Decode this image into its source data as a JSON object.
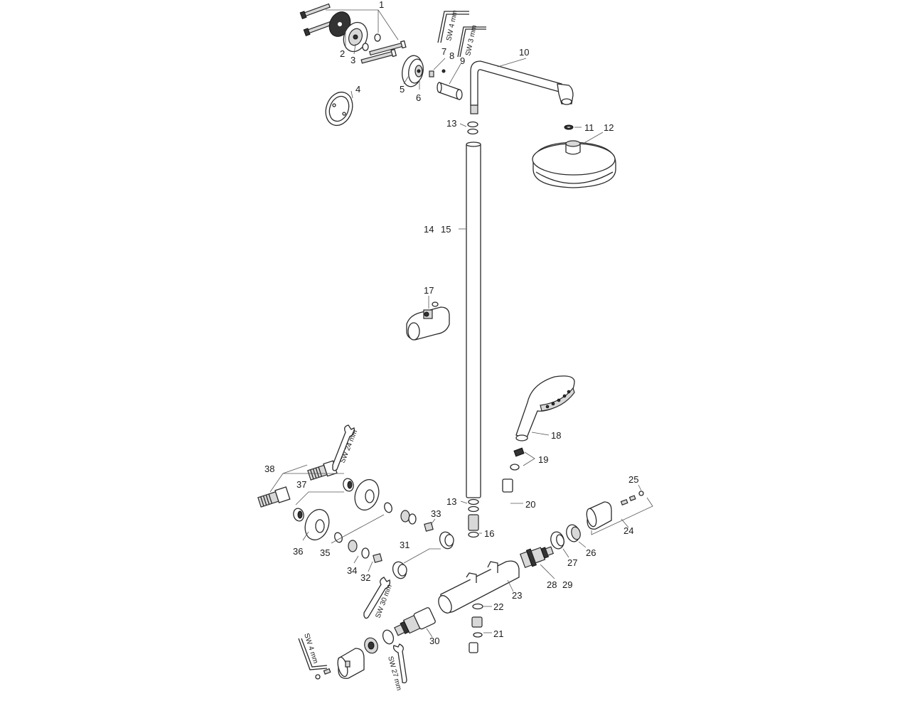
{
  "labels": {
    "n1": "1",
    "n2": "2",
    "n3": "3",
    "n4": "4",
    "n5": "5",
    "n6": "6",
    "n7": "7",
    "n8": "8",
    "n9": "9",
    "n10": "10",
    "n11": "11",
    "n12": "12",
    "n13a": "13",
    "n13b": "13",
    "n14": "14",
    "n15": "15",
    "n16": "16",
    "n17": "17",
    "n18": "18",
    "n19": "19",
    "n20": "20",
    "n21": "21",
    "n22": "22",
    "n23": "23",
    "n24": "24",
    "n25": "25",
    "n26": "26",
    "n27": "27",
    "n28": "28",
    "n29": "29",
    "n30": "30",
    "n31": "31",
    "n32": "32",
    "n33": "33",
    "n34": "34",
    "n35": "35",
    "n36": "36",
    "n37": "37",
    "n38": "38"
  },
  "tools": {
    "sw4_top": "SW 4 mm",
    "sw3_top": "SW 3 mm",
    "sw24": "SW 24 mm",
    "sw30": "SW 30 mm",
    "sw27": "SW 27 mm",
    "sw4_bottom": "SW 4 mm"
  }
}
